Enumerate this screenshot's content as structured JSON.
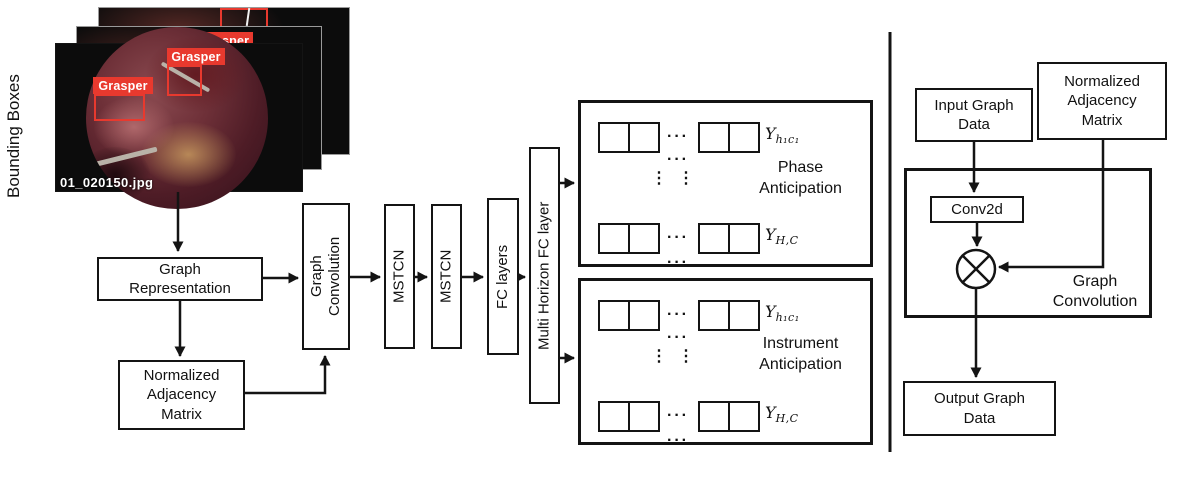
{
  "colors": {
    "detection_red": "#e8392e",
    "stroke": "#141414"
  },
  "bounding_boxes_label": "Bounding Boxes",
  "image_stack": {
    "grasper": "Grasper",
    "filename": "01_020150.jpg"
  },
  "pipeline": {
    "graph_representation": "Graph\nRepresentation",
    "normalized_adjacency_matrix": "Normalized\nAdjacency\nMatrix",
    "graph_convolution": "Graph\nConvolution",
    "mstcn": "MSTCN",
    "fc_layers": "FC layers",
    "multi_horizon_fc_layer": "Multi Horizon FC layer"
  },
  "outputs": {
    "dots_horizontal": "···",
    "dots_vertical": "⋮",
    "phase": {
      "title": "Phase\nAnticipation",
      "y_first_base": "Y",
      "y_first_sub": "h₁c₁",
      "y_last_base": "Y",
      "y_last_sub": "H,C"
    },
    "instrument": {
      "title": "Instrument\nAnticipation",
      "y_first_base": "Y",
      "y_first_sub": "h₁c₁",
      "y_last_base": "Y",
      "y_last_sub": "H,C"
    }
  },
  "right_panel": {
    "input_graph_data": "Input Graph\nData",
    "normalized_adjacency_matrix": "Normalized\nAdjacency\nMatrix",
    "conv2d": "Conv2d",
    "graph_convolution_label": "Graph\nConvolution",
    "output_graph_data": "Output Graph\nData",
    "operator_icon": "circle-times"
  }
}
